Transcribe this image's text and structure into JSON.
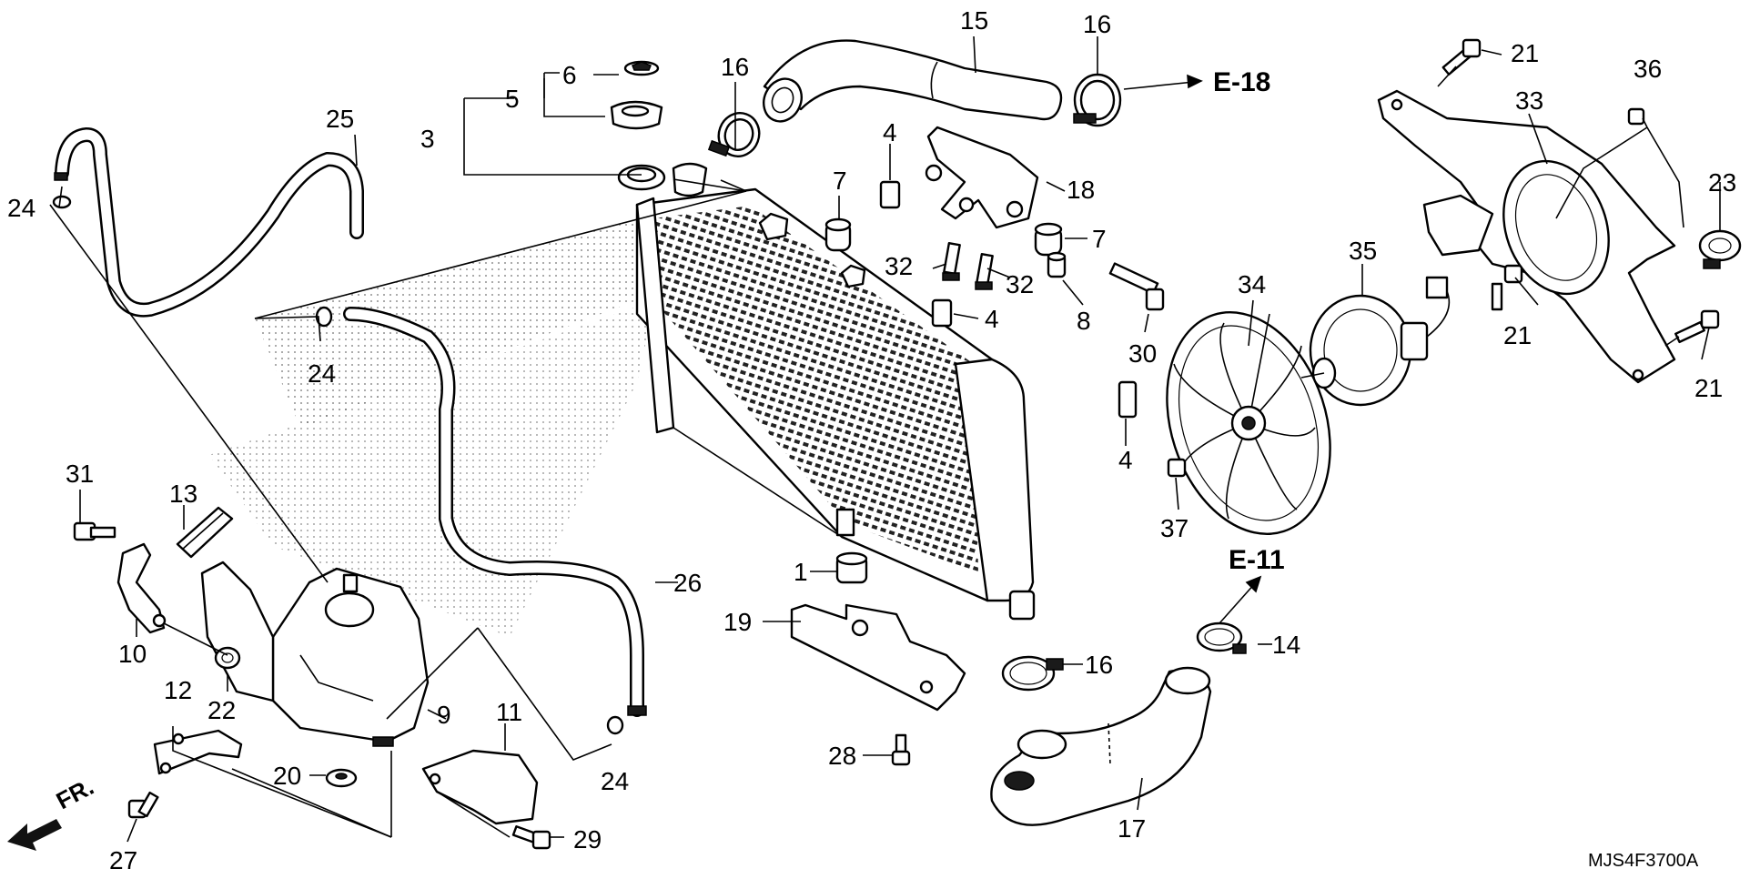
{
  "diagram_code": "MJS4F3700A",
  "front_indicator": "FR.",
  "ref_labels": {
    "e18": "E-18",
    "e11": "E-11"
  },
  "part_numbers": {
    "p1": "1",
    "p3": "3",
    "p4a": "4",
    "p4b": "4",
    "p4c": "4",
    "p5": "5",
    "p6": "6",
    "p7a": "7",
    "p7b": "7",
    "p8": "8",
    "p9": "9",
    "p10": "10",
    "p11": "11",
    "p12": "12",
    "p13": "13",
    "p14": "14",
    "p15": "15",
    "p16a": "16",
    "p16b": "16",
    "p16c": "16",
    "p17": "17",
    "p18": "18",
    "p19": "19",
    "p20": "20",
    "p21a": "21",
    "p21b": "21",
    "p21c": "21",
    "p22": "22",
    "p23": "23",
    "p24a": "24",
    "p24b": "24",
    "p24c": "24",
    "p25": "25",
    "p26": "26",
    "p27": "27",
    "p28": "28",
    "p29": "29",
    "p30": "30",
    "p32a": "32",
    "p32b": "32",
    "p31": "31",
    "p33": "33",
    "p34": "34",
    "p35": "35",
    "p36": "36",
    "p37": "37"
  }
}
